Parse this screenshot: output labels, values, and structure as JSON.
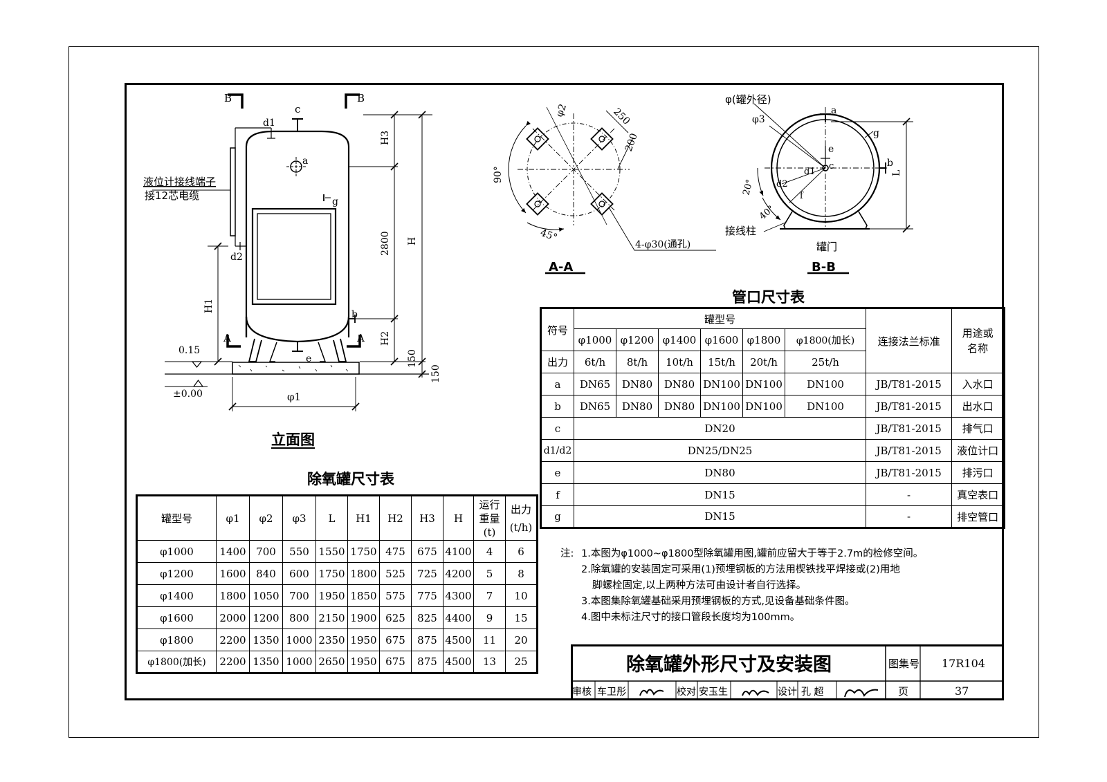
{
  "labels": {
    "B": "B",
    "A": "A",
    "c": "c",
    "d1": "d1",
    "d2": "d2",
    "a": "a",
    "b": "b",
    "g": "g",
    "e": "e",
    "f": "f",
    "H": "H",
    "H1": "H1",
    "H2": "H2",
    "H3": "H3",
    "dim_2800": "2800",
    "dim_150a": "150",
    "dim_150b": "150",
    "level_015": "0.15",
    "level_000": "±0.00",
    "phi1": "φ1",
    "phi2": "φ2",
    "phi3": "φ3",
    "dim_250": "250",
    "dim_200": "200",
    "ang_90": "90°",
    "ang_45": "45°",
    "ang_20": "20°",
    "ang_40": "40°",
    "L": "L",
    "holes": "4-φ30(通孔)",
    "phi_outer": "φ(罐外径)",
    "terminal_post": "接线柱",
    "tank_door": "罐门",
    "level_gauge_1": "液位计接线端子",
    "level_gauge_2": "接12芯电缆"
  },
  "views": {
    "elevation": "立面图",
    "section_aa": "A-A",
    "section_bb": "B-B"
  },
  "tank_table": {
    "title": "除氧罐尺寸表",
    "headers": [
      "罐型号",
      "φ1",
      "φ2",
      "φ3",
      "L",
      "H1",
      "H2",
      "H3",
      "H",
      "运行重量(t)",
      "出力(t/h)"
    ],
    "header_weight": [
      "运行",
      "重量",
      "(t)"
    ],
    "header_output": [
      "出力",
      "(t/h)"
    ],
    "rows": [
      [
        "φ1000",
        "1400",
        "700",
        "550",
        "1550",
        "1750",
        "475",
        "675",
        "4100",
        "4",
        "6"
      ],
      [
        "φ1200",
        "1600",
        "840",
        "600",
        "1750",
        "1800",
        "525",
        "725",
        "4200",
        "5",
        "8"
      ],
      [
        "φ1400",
        "1800",
        "1050",
        "700",
        "1950",
        "1850",
        "575",
        "775",
        "4300",
        "7",
        "10"
      ],
      [
        "φ1600",
        "2000",
        "1200",
        "800",
        "2150",
        "1900",
        "625",
        "825",
        "4400",
        "9",
        "15"
      ],
      [
        "φ1800",
        "2200",
        "1350",
        "1000",
        "2350",
        "1950",
        "675",
        "875",
        "4500",
        "11",
        "20"
      ],
      [
        "φ1800(加长)",
        "2200",
        "1350",
        "1000",
        "2650",
        "1950",
        "675",
        "875",
        "4500",
        "13",
        "25"
      ]
    ]
  },
  "nozzle_table": {
    "title": "管口尺寸表",
    "h_symbol": "符号",
    "h_model": "罐型号",
    "h_flange": "连接法兰标准",
    "h_use": "用途或名称",
    "models": [
      "φ1000",
      "φ1200",
      "φ1400",
      "φ1600",
      "φ1800",
      "φ1800(加长)"
    ],
    "output_label": "出力",
    "outputs": [
      "6t/h",
      "8t/h",
      "10t/h",
      "15t/h",
      "20t/h",
      "25t/h"
    ],
    "row_a": [
      "a",
      "DN65",
      "DN80",
      "DN80",
      "DN100",
      "DN100",
      "DN100",
      "JB/T81-2015",
      "入水口"
    ],
    "row_b": [
      "b",
      "DN65",
      "DN80",
      "DN80",
      "DN100",
      "DN100",
      "DN100",
      "JB/T81-2015",
      "出水口"
    ],
    "row_c": [
      "c",
      "DN20",
      "JB/T81-2015",
      "排气口"
    ],
    "row_d": [
      "d1/d2",
      "DN25/DN25",
      "JB/T81-2015",
      "液位计口"
    ],
    "row_e": [
      "e",
      "DN80",
      "JB/T81-2015",
      "排污口"
    ],
    "row_f": [
      "f",
      "DN15",
      "-",
      "真空表口"
    ],
    "row_g": [
      "g",
      "DN15",
      "-",
      "排空管口"
    ]
  },
  "notes": {
    "prefix": "注:",
    "n1": "1.本图为φ1000~φ1800型除氧罐用图,罐前应留大于等于2.7m的检修空间。",
    "n2a": "2.除氧罐的安装固定可采用(1)预埋钢板的方法用楔铁找平焊接或(2)用地",
    "n2b": "脚螺栓固定,以上两种方法可由设计者自行选择。",
    "n3": "3.本图集除氧罐基础采用预埋钢板的方式,见设备基础条件图。",
    "n4": "4.图中未标注尺寸的接口管段长度均为100mm。"
  },
  "title_block": {
    "title": "除氧罐外形尺寸及安装图",
    "atlas_label": "图集号",
    "atlas_no": "17R104",
    "review_label": "审核",
    "reviewer": "车卫彤",
    "check_label": "校对",
    "checker": "安玉生",
    "design_label": "设计",
    "designer": "孔 超",
    "page_label": "页",
    "page_no": "37"
  }
}
